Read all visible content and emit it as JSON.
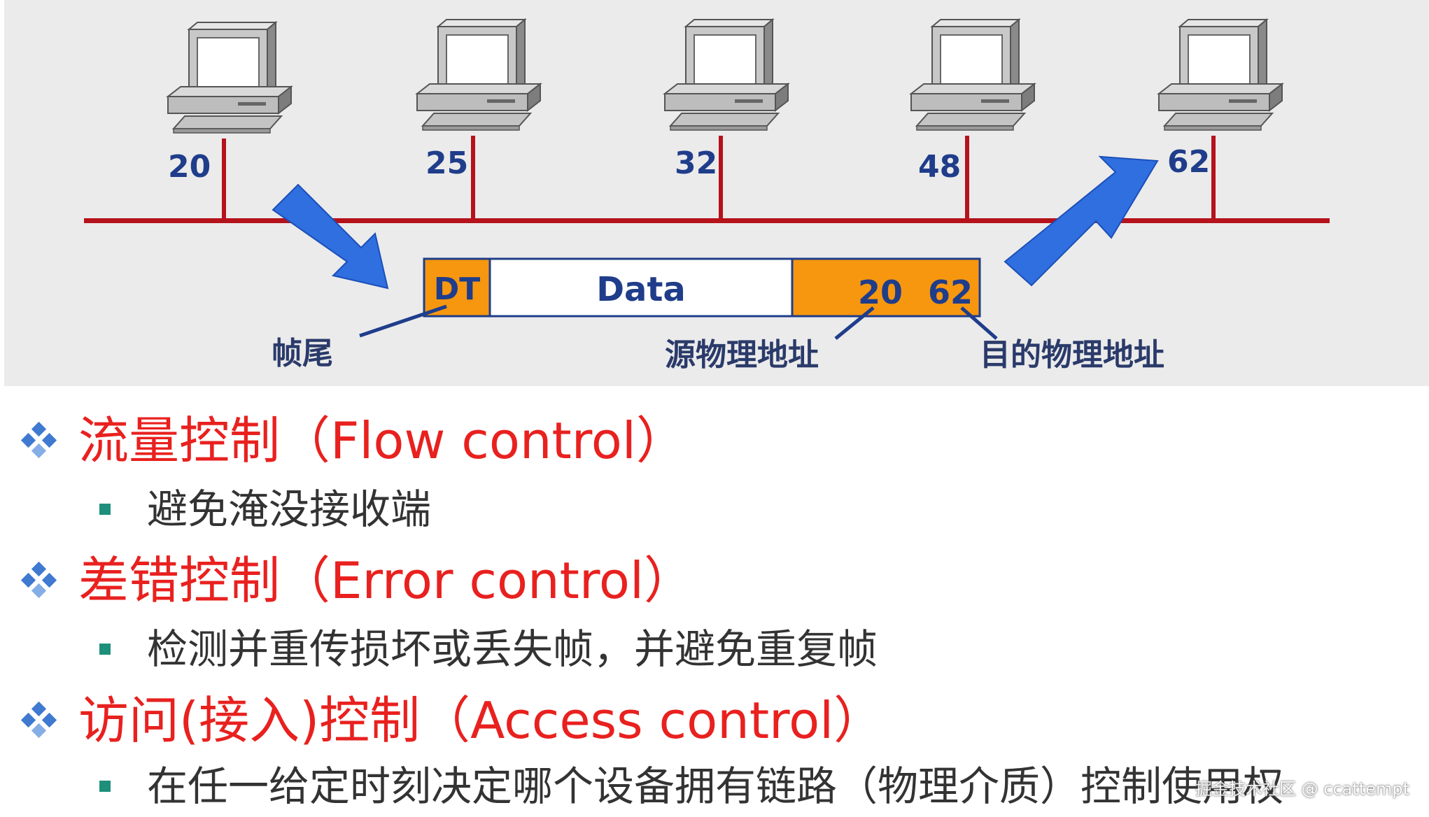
{
  "diagram": {
    "stations": [
      {
        "address": "20"
      },
      {
        "address": "25"
      },
      {
        "address": "32"
      },
      {
        "address": "48"
      },
      {
        "address": "62"
      }
    ],
    "frame": {
      "trailer": "DT",
      "payload": "Data",
      "source_address": "20",
      "destination_address": "62"
    },
    "callouts": {
      "trailer": "帧尾",
      "source": "源物理地址",
      "destination": "目的物理地址"
    },
    "colors": {
      "bus": "#b5121b",
      "frame_orange": "#f7970f",
      "arrow_blue": "#2f6fe0",
      "text_blue": "#1f3d8a"
    }
  },
  "bullets": [
    {
      "heading": "流量控制（Flow control）",
      "detail": "避免淹没接收端"
    },
    {
      "heading": "差错控制（Error control）",
      "detail": "检测并重传损坏或丢失帧，并避免重复帧"
    },
    {
      "heading": "访问(接入)控制（Access control）",
      "detail": "在任一给定时刻决定哪个设备拥有链路（物理介质）控制使用权"
    }
  ],
  "watermark": "掘金技术社区 @ ccattempt"
}
